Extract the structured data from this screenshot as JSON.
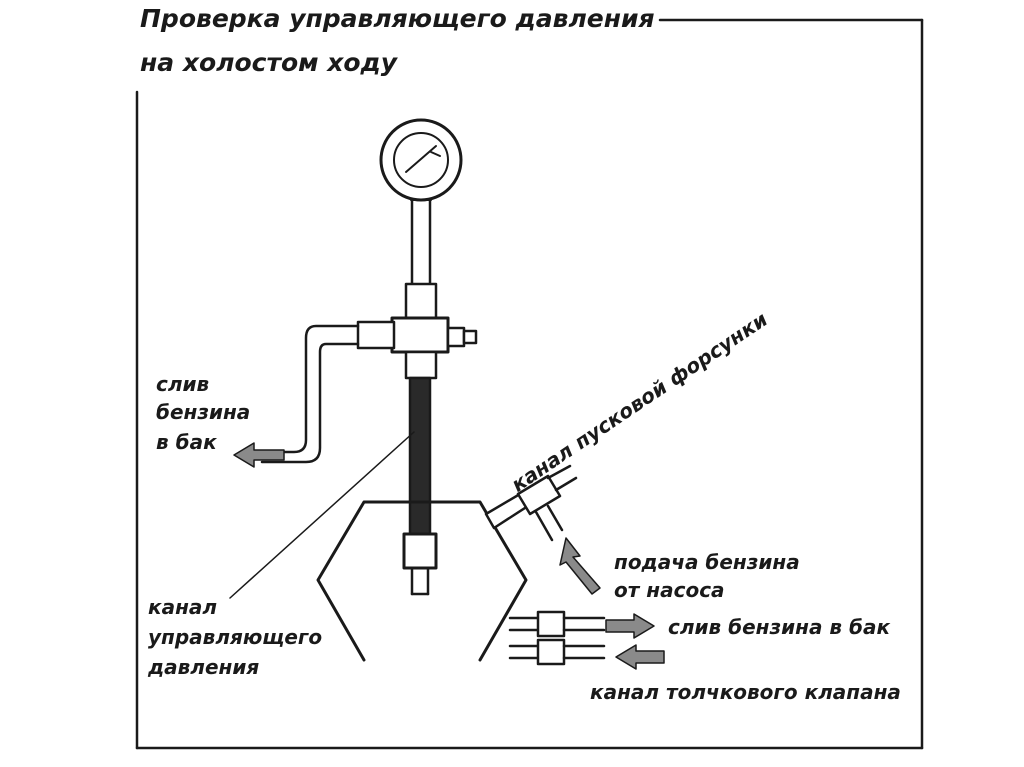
{
  "title": {
    "line1": "Проверка управляющего давления",
    "line2": "на холостом ходу"
  },
  "labels": {
    "drain_left": [
      "слив",
      "бензина",
      "в бак"
    ],
    "control_channel": [
      "канал",
      "управляющего",
      "давления"
    ],
    "start_injector_channel": "канал пусковой форсунки",
    "fuel_from_pump": [
      "подача бензина",
      "от насоса"
    ],
    "drain_right": "слив бензина в бак",
    "push_valve_channel": "канал толчкового клапана"
  },
  "colors": {
    "ink": "#1a1a1a",
    "arrow_fill": "#8a8a8a",
    "background": "#ffffff"
  }
}
